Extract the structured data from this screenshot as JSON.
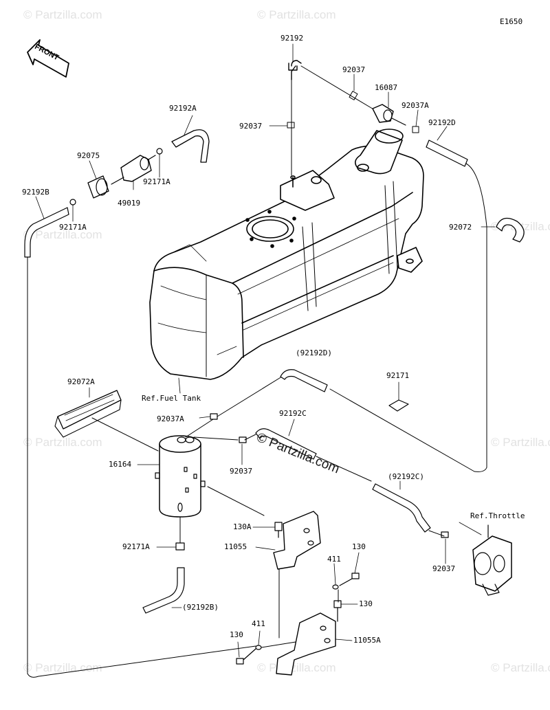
{
  "diagram_code": "E1650",
  "front_label": "FRONT",
  "watermark": "© Partzilla.com",
  "brand_watermark": "© Partzilla.com",
  "refs": {
    "fuel_tank": "Ref.Fuel Tank",
    "throttle": "Ref.Throttle"
  },
  "parts": {
    "p92192": "92192",
    "p92037_top": "92037",
    "p16087": "16087",
    "p92037A_top": "92037A",
    "p92192D_top": "92192D",
    "p92037_left": "92037",
    "p92192A": "92192A",
    "p92075": "92075",
    "p92171A_mid": "92171A",
    "p49019": "49019",
    "p92192B": "92192B",
    "p92171A_left": "92171A",
    "p92072": "92072",
    "p92192D_paren": "(92192D)",
    "p92171": "92171",
    "p92072A": "92072A",
    "p92192C": "92192C",
    "p92037A_mid": "92037A",
    "p16164": "16164",
    "p92037_mid": "92037",
    "p92192C_paren": "(92192C)",
    "p130A": "130A",
    "p11055": "11055",
    "p92171A_bottom": "92171A",
    "p411_upper": "411",
    "p130_upper": "130",
    "p92037_right": "92037",
    "p130_mid": "130",
    "p92192B_paren": "(92192B)",
    "p11055A": "11055A",
    "p130_lower": "130",
    "p411_lower": "411"
  }
}
